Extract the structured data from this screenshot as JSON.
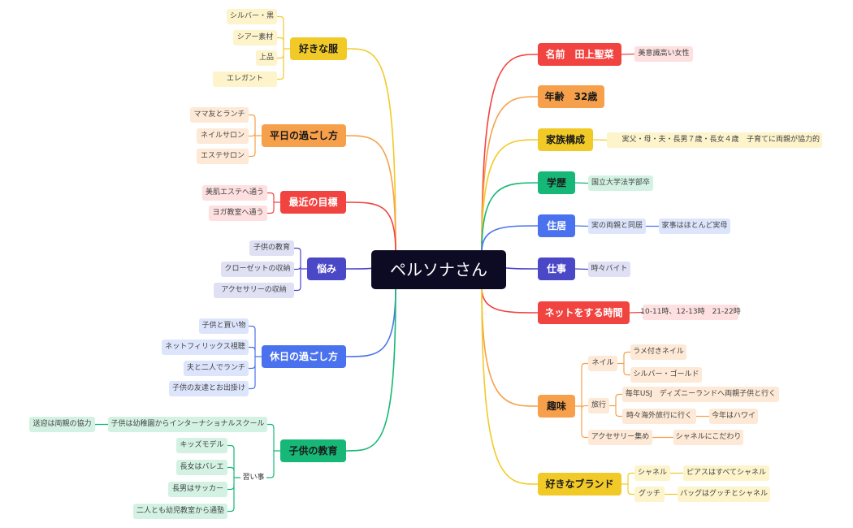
{
  "root": {
    "label": "ペルソナさん"
  },
  "colors": {
    "red": "#f1433f",
    "orange": "#f7a04b",
    "yellow": "#f2ca28",
    "green": "#17b877",
    "blue": "#4a72ee",
    "indigo": "#4b48c7",
    "root_bg": "#0d0a24"
  },
  "branches": {
    "name": {
      "label": "名前　田上聖菜",
      "children": {
        "beauty": "美意識高い女性"
      }
    },
    "age": {
      "label": "年齢　32歳"
    },
    "family": {
      "label": "家族構成",
      "children": {
        "members": "実父・母・夫・長男７歳・長女４歳",
        "support": "子育てに両親が協力的"
      }
    },
    "education": {
      "label": "学歴",
      "children": {
        "university": "国立大学法学部卒"
      }
    },
    "residence": {
      "label": "住居",
      "children": {
        "with_parents": "実の両親と同居",
        "housework": "家事はほとんど実母"
      }
    },
    "job": {
      "label": "仕事",
      "children": {
        "part_time": "時々バイト"
      }
    },
    "net_time": {
      "label": "ネットをする時間",
      "children": {
        "times": "10-11時、12-13時　21-22時"
      }
    },
    "hobby": {
      "label": "趣味",
      "children": {
        "nail": "ネイル",
        "lame_nail": "ラメ付きネイル",
        "silver_gold": "シルバー・ゴールド",
        "travel": "旅行",
        "usj": "毎年USJ　ディズニーランドへ両親子供と行く",
        "overseas": "時々海外旅行に行く",
        "hawaii": "今年はハワイ",
        "accessory": "アクセサリー集め",
        "chanel_particular": "シャネルにこだわり"
      }
    },
    "brand": {
      "label": "好きなブランド",
      "children": {
        "chanel": "シャネル",
        "earrings": "ピアスはすべてシャネル",
        "gucci": "グッチ",
        "bags": "バッグはグッチとシャネル"
      }
    },
    "clothes": {
      "label": "好きな服",
      "children": {
        "silver_black": "シルバー・黒",
        "sheer": "シアー素材",
        "elegant_quality": "上品",
        "elegant": "エレガント"
      }
    },
    "weekday": {
      "label": "平日の過ごし方",
      "children": {
        "lunch": "ママ友とランチ",
        "nail_salon": "ネイルサロン",
        "esthe_salon": "エステサロン"
      }
    },
    "goal": {
      "label": "最近の目標",
      "children": {
        "esthe": "美肌エステへ通う",
        "yoga": "ヨガ教室へ通う"
      }
    },
    "worry": {
      "label": "悩み",
      "children": {
        "child_edu": "子供の教育",
        "closet": "クローゼットの収納",
        "accessory_storage": "アクセサリーの収納"
      }
    },
    "holiday": {
      "label": "休日の過ごし方",
      "children": {
        "shopping": "子供と買い物",
        "netflix": "ネットフィリックス視聴",
        "lunch_husband": "夫と二人でランチ",
        "outing": "子供の友達とお出掛け"
      }
    },
    "child_education": {
      "label": "子供の教育",
      "children": {
        "international": "子供は幼稚園からインターナショナルスクール",
        "pickup": "送迎は両親の協力",
        "lessons": "習い事",
        "kids_model": "キッズモデル",
        "ballet": "長女はバレエ",
        "soccer": "長男はサッカー",
        "preschool": "二人とも幼児教室から通塾"
      }
    }
  }
}
